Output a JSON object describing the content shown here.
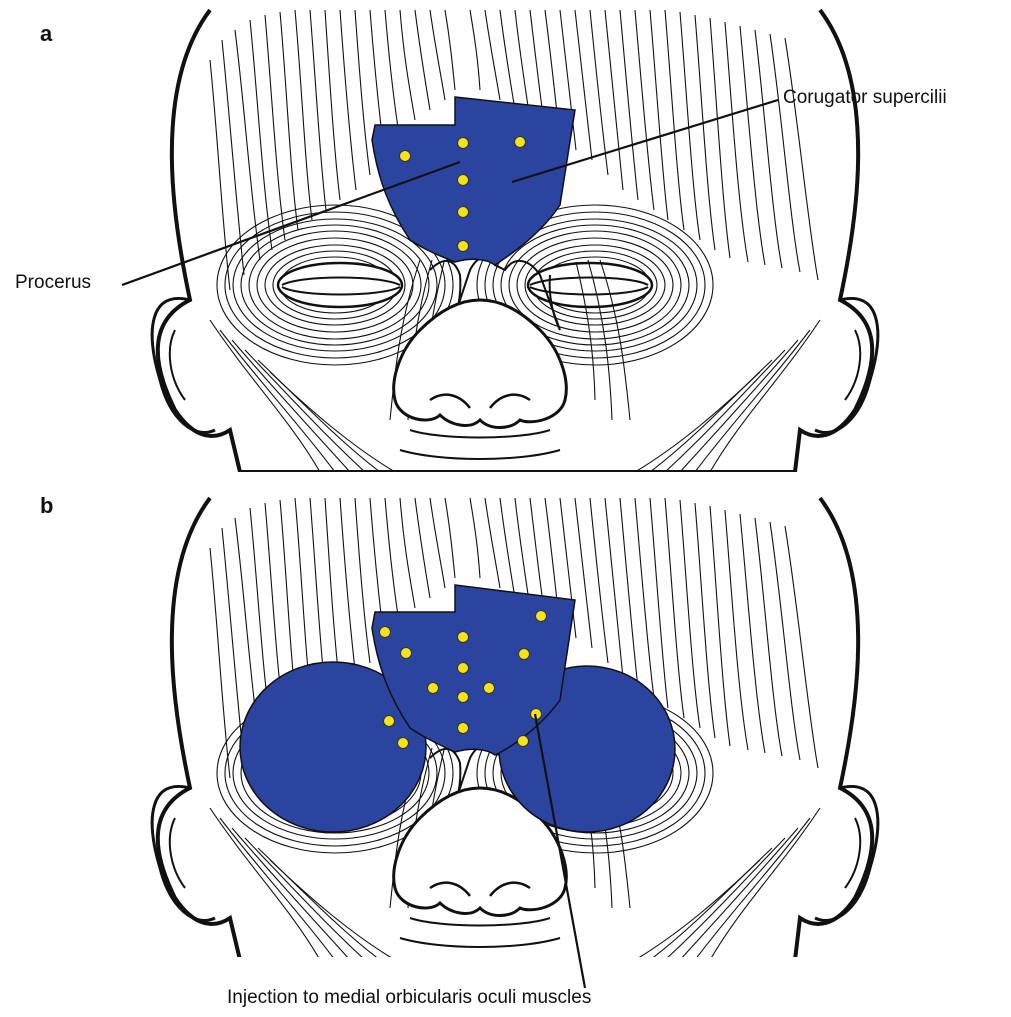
{
  "panels": [
    {
      "letter": "a"
    },
    {
      "letter": "b"
    }
  ],
  "labels": {
    "corrugator": "Corugator supercilii",
    "procerus": "Procerus",
    "injection": "Injection to medial orbicularis oculi muscles"
  },
  "colors": {
    "muscle_highlight": "#2a44a0",
    "injection_point": "#f6e21a",
    "line_art": "#111111",
    "background": "#ffffff"
  }
}
